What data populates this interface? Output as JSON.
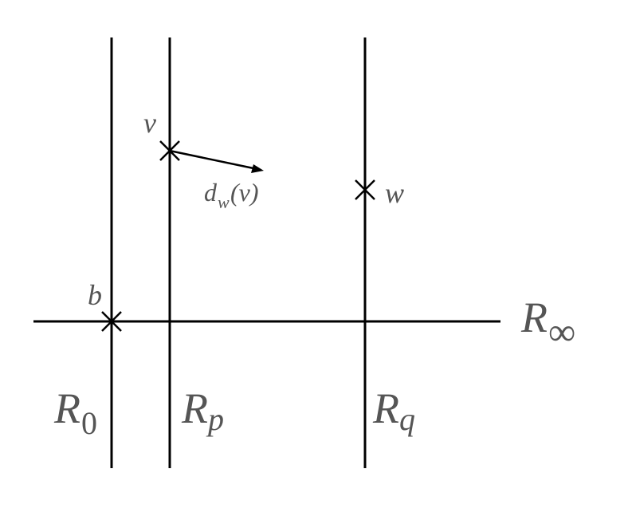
{
  "labels": {
    "r0_base": "R",
    "r0_sub": "0",
    "rp_base": "R",
    "rp_sub": "p",
    "rq_base": "R",
    "rq_sub": "q",
    "rinf_base": "R",
    "rinf_sub": "∞",
    "v": "v",
    "w": "w",
    "b": "b",
    "dw_base": "d",
    "dw_sub": "w",
    "dw_arg": "(v)"
  },
  "colors": {
    "lines": "#000000",
    "labels": "#555555"
  }
}
